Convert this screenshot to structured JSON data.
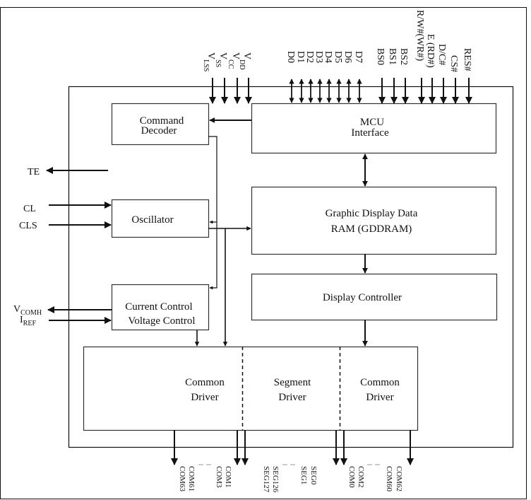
{
  "blocks": {
    "command_decoder": [
      "Command",
      "Decoder"
    ],
    "mcu_interface": [
      "MCU",
      "Interface"
    ],
    "oscillator": [
      "Oscillator"
    ],
    "gddram": [
      "Graphic Display Data",
      "RAM (GDDRAM)"
    ],
    "display_controller": [
      "Display Controller"
    ],
    "current_voltage_control": [
      "Current Control",
      "Voltage Control"
    ],
    "common_driver_left": [
      "Common",
      "Driver"
    ],
    "segment_driver": [
      "Segment",
      "Driver"
    ],
    "common_driver_right": [
      "Common",
      "Driver"
    ]
  },
  "left_pins": {
    "te": "TE",
    "cl": "CL",
    "cls": "CLS",
    "vcomh": {
      "main": "V",
      "sub": "COMH"
    },
    "iref": {
      "main": "I",
      "sub": "REF"
    }
  },
  "power_pins": [
    {
      "main": "V",
      "sub": "LSS"
    },
    {
      "main": "V",
      "sub": "SS"
    },
    {
      "main": "V",
      "sub": "CC"
    },
    {
      "main": "V",
      "sub": "DD"
    }
  ],
  "data_pins": [
    "D0",
    "D1",
    "D2",
    "D3",
    "D4",
    "D5",
    "D6",
    "D7"
  ],
  "control_pins": [
    "BS0",
    "BS1",
    "BS2",
    "R/W#(WR#)",
    "E (RD#)",
    "D/C#",
    "CS#",
    "RES#"
  ],
  "bottom_pins": {
    "com_left": [
      "COM63",
      "COM61",
      "COM3",
      "COM1"
    ],
    "seg": [
      "SEG127",
      "SEG126",
      "SEG1",
      "SEG0"
    ],
    "com_right": [
      "COM0",
      "COM2",
      "COM60",
      "COM62"
    ]
  }
}
